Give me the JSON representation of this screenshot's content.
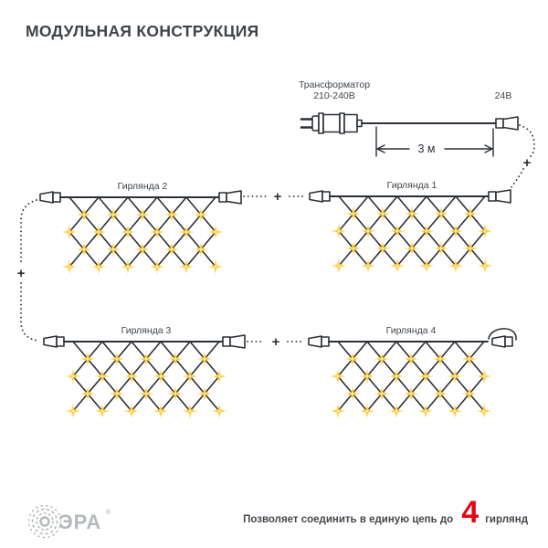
{
  "title": "МОДУЛЬНАЯ КОНСТРУКЦИЯ",
  "transformer": {
    "name": "Трансформатор",
    "input_voltage": "210-240В",
    "output_voltage": "24В",
    "cable_length": "3 м"
  },
  "garlands": [
    {
      "label": "Гирлянда 1"
    },
    {
      "label": "Гирлянда 2"
    },
    {
      "label": "Гирлянда 3"
    },
    {
      "label": "Гирлянда 4"
    }
  ],
  "plus": "+",
  "diagram_facts": {
    "lights_rows_per_garland": [
      5,
      6,
      5,
      6
    ],
    "lights_per_garland": 22,
    "colors": {
      "line": "#2b3036",
      "light_core": "#fec424",
      "light_glow": "#ffd85e",
      "accent_red": "#e30613",
      "text": "#3f454b",
      "brand_gray": "#b4b9bc"
    }
  },
  "footer": {
    "text_before": "Позволяет соединить в единую цепь до",
    "count": "4",
    "text_after": "гирлянд"
  },
  "brand": {
    "name": "ЭРА",
    "registered": "®"
  }
}
